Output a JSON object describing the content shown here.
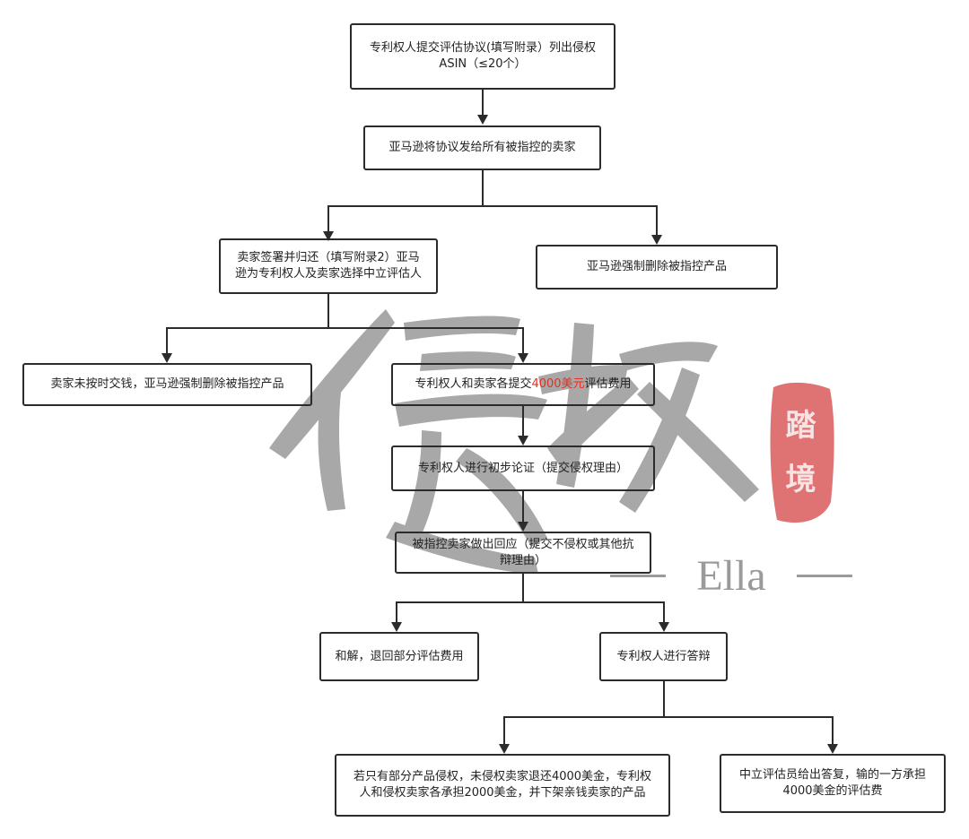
{
  "nodes": {
    "n1": {
      "line1": "专利权人提交评估协议(填写附录）列出侵权",
      "line2": "ASIN（≤20个）"
    },
    "n2": {
      "line1": "亚马逊将协议发给所有被指控的卖家"
    },
    "n3": {
      "line1": "卖家签署并归还（填写附录2）亚马",
      "line2": "逊为专利权人及卖家选择中立评估人"
    },
    "n4": {
      "line1": "亚马逊强制删除被指控产品"
    },
    "n5": {
      "line1": "卖家未按时交钱，亚马逊强制删除被指控产品"
    },
    "n6": {
      "before": "专利权人和卖家各提交",
      "highlight": "4000美元",
      "after": "评估费用"
    },
    "n7": {
      "line1": "专利权人进行初步论证（提交侵权理由）"
    },
    "n8": {
      "line1": "被指控卖家做出回应（提交不侵权或其他抗",
      "line2": "辩理由）"
    },
    "n9": {
      "line1": "和解，退回部分评估费用"
    },
    "n10": {
      "line1": "专利权人进行答辩"
    },
    "n11": {
      "line1": "若只有部分产品侵权，未侵权卖家退还4000美金，专利权",
      "line2": "人和侵权卖家各承担2000美金，并下架亲钱卖家的产品"
    },
    "n12": {
      "line1": "中立评估员给出答复，输的一方承担",
      "line2": "4000美金的评估费"
    }
  },
  "watermark": {
    "chars": "侵权",
    "seal_top": "踏",
    "seal_bottom": "境",
    "signature": "Ella"
  },
  "colors": {
    "border": "#2b2b2b",
    "arrow": "#2b2b2b",
    "text": "#222222",
    "highlight": "#e3301f",
    "watermark": "#9a9a9a",
    "seal": "#d95b5b"
  }
}
